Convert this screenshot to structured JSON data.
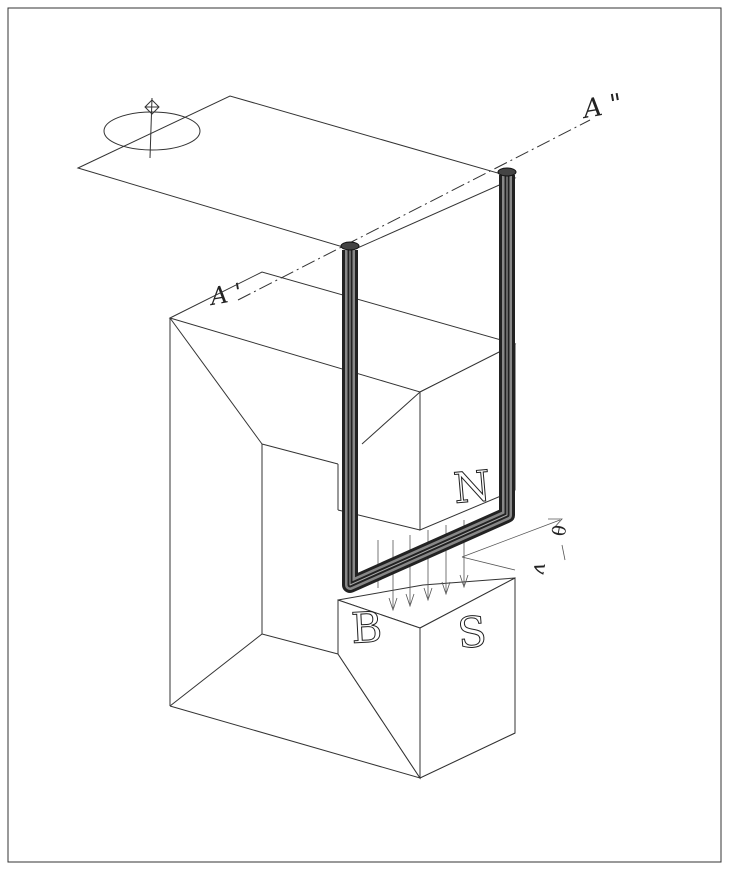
{
  "labels": {
    "a_prime": "A '",
    "a_double_prime": "A \"",
    "north": "N",
    "south": "S",
    "field": "B",
    "velocity": "v",
    "theta": "θ"
  },
  "colors": {
    "line": "#333333",
    "conductor": "#222222",
    "background": "#ffffff"
  }
}
